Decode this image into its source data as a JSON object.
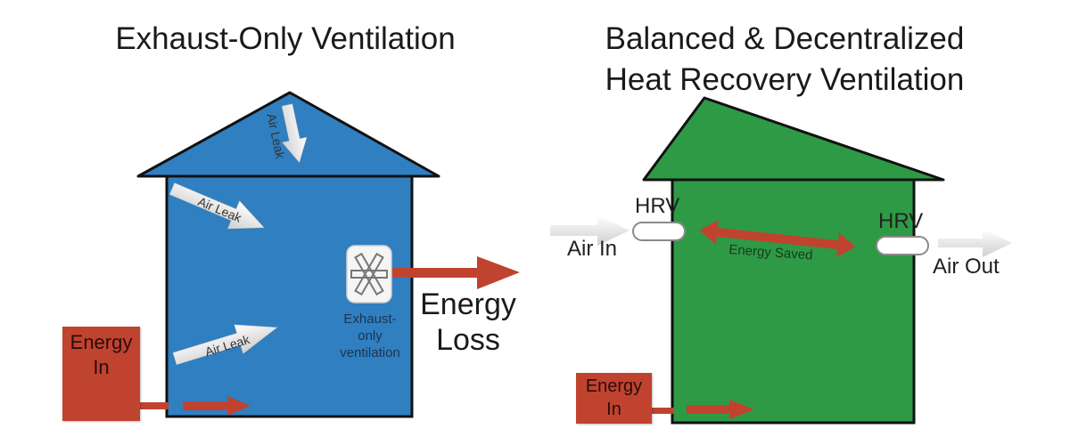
{
  "left_panel": {
    "title": "Exhaust-Only Ventilation",
    "house_color": "#2f7fc1",
    "air_leaks": [
      "Air Leak",
      "Air Leak",
      "Air Leak"
    ],
    "fan_icon": "exhaust-fan-icon",
    "fan_label_lines": [
      "Exhaust-",
      "only",
      "ventilation"
    ],
    "energy_out_label_lines": [
      "Energy",
      "Loss"
    ],
    "energy_in_label_lines": [
      "Energy",
      "In"
    ]
  },
  "right_panel": {
    "title_lines": [
      "Balanced & Decentralized",
      "Heat Recovery Ventilation"
    ],
    "house_color": "#2e9a45",
    "hrv_left_label": "HRV",
    "hrv_right_label": "HRV",
    "air_in_label": "Air In",
    "air_out_label": "Air Out",
    "energy_saved_label": "Energy Saved",
    "energy_in_label_lines": [
      "Energy",
      "In"
    ]
  },
  "colors": {
    "energy_red": "#c0432f",
    "arrow_white": "#eeeeee",
    "outline": "#111111"
  }
}
